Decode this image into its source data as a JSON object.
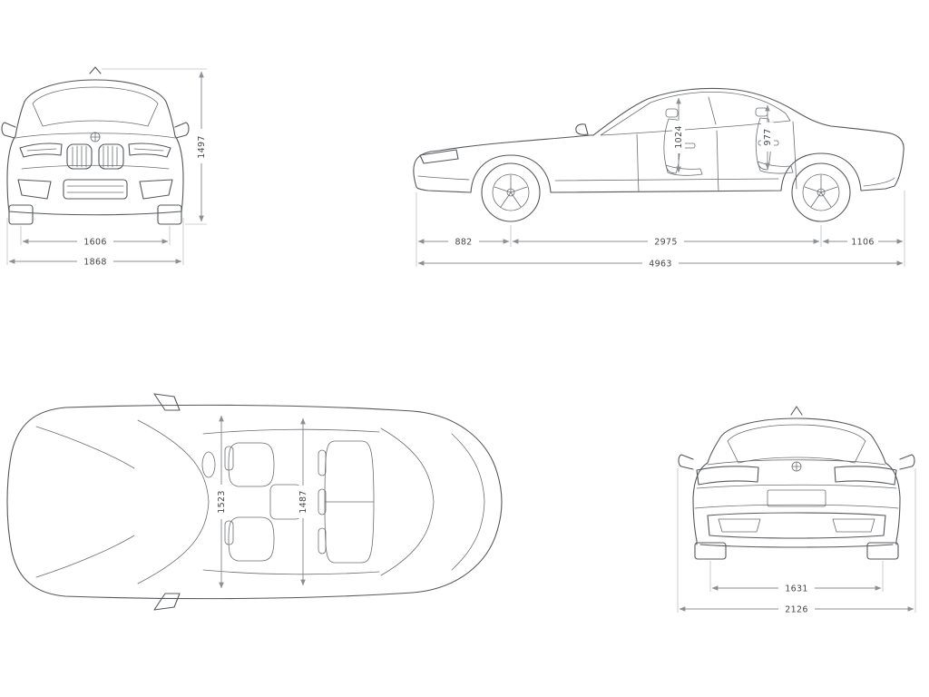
{
  "views": {
    "front": {
      "height": "1497",
      "track": "1606",
      "overall_width": "1868"
    },
    "side": {
      "front_headroom": "1024",
      "rear_headroom": "977",
      "front_overhang": "882",
      "wheelbase": "2975",
      "rear_overhang": "1106",
      "overall_length": "4963"
    },
    "top": {
      "front_interior_width": "1523",
      "rear_interior_width": "1487"
    },
    "rear": {
      "rear_track": "1631",
      "width_incl_mirrors": "2126"
    }
  },
  "colors": {
    "line_art": "#54585c",
    "dimension_line": "#8b8f93",
    "label_text": "#43474b",
    "background": "#ffffff"
  }
}
